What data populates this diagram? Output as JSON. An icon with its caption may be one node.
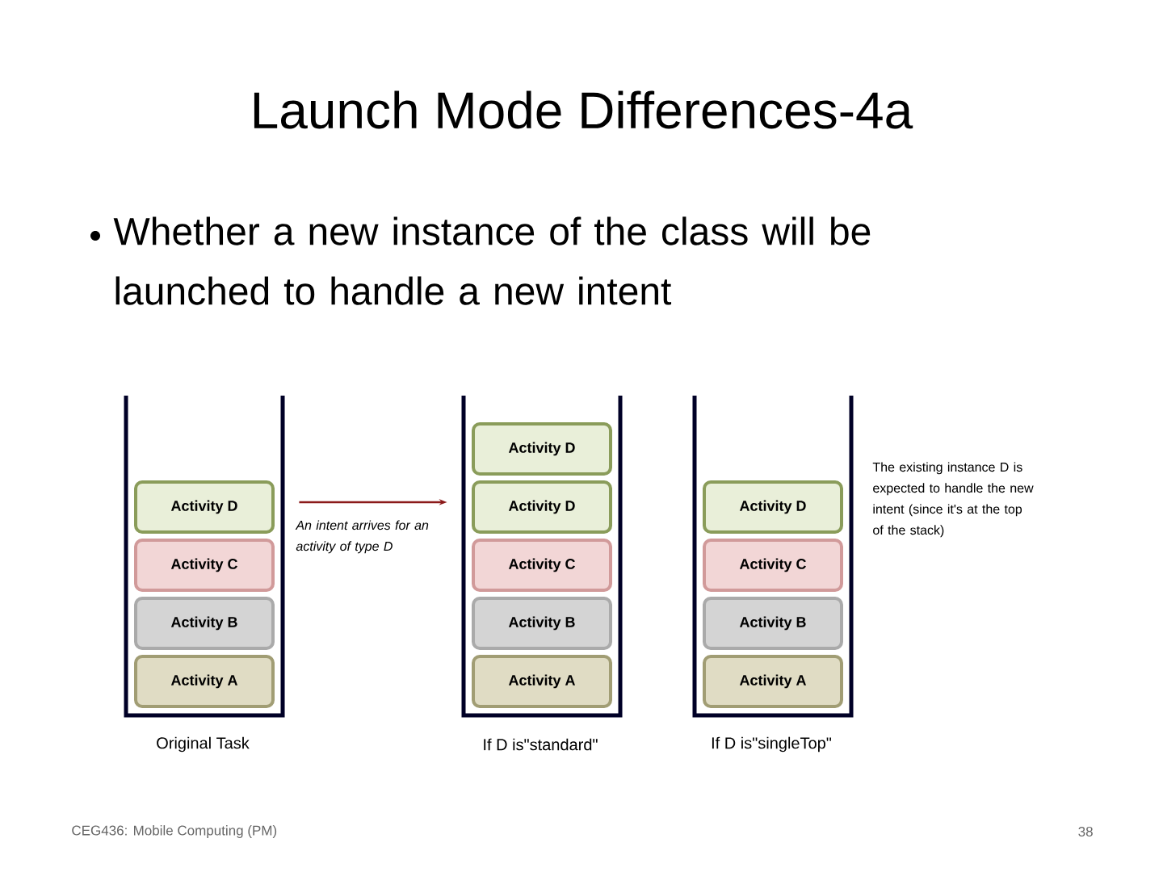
{
  "diagram": {
    "title": "Launch Mode Differences-4a",
    "nodes": [
      {
        "text": [],
        "shape": "box",
        "beside": [
          "Original Task"
        ]
      },
      {
        "text": [
          "Activity D"
        ],
        "in": 0
      },
      {
        "text": [
          "Activity C"
        ],
        "in": 0
      },
      {
        "text": [
          "Activity B"
        ],
        "in": 0
      },
      {
        "text": [
          "Activity A"
        ],
        "in": 0
      },
      {
        "text": [],
        "shape": "box",
        "beside": [
          "If D is\"standard\""
        ]
      },
      {
        "text": [
          "Activity D"
        ],
        "in": 5
      },
      {
        "text": [
          "Activity D"
        ],
        "in": 5
      },
      {
        "text": [
          "Activity C"
        ],
        "in": 5
      },
      {
        "text": [
          "Activity B"
        ],
        "in": 5
      },
      {
        "text": [
          "Activity A"
        ],
        "in": 5
      },
      {
        "text": [],
        "shape": "box",
        "beside": [
          "If D is\"singleTop\""
        ]
      },
      {
        "text": [
          "Activity D"
        ],
        "in": 11
      },
      {
        "text": [
          "Activity C"
        ],
        "in": 11
      },
      {
        "text": [
          "Activity B"
        ],
        "in": 11
      },
      {
        "text": [
          "Activity A"
        ],
        "in": 11
      }
    ],
    "edges": [
      {
        "from": 0,
        "to": 5,
        "arrow": "to",
        "label": "An intent arrives for an activity of type D",
        "color": "#8b1a1a"
      }
    ],
    "labels": [
      "Whether a new instance of the class will be launched to handle a new intent",
      "The existing instance D is expected to handle the new intent (since it's at the top of the stack)",
      "CEG436: Mobile Computing (PM)",
      "38"
    ]
  }
}
